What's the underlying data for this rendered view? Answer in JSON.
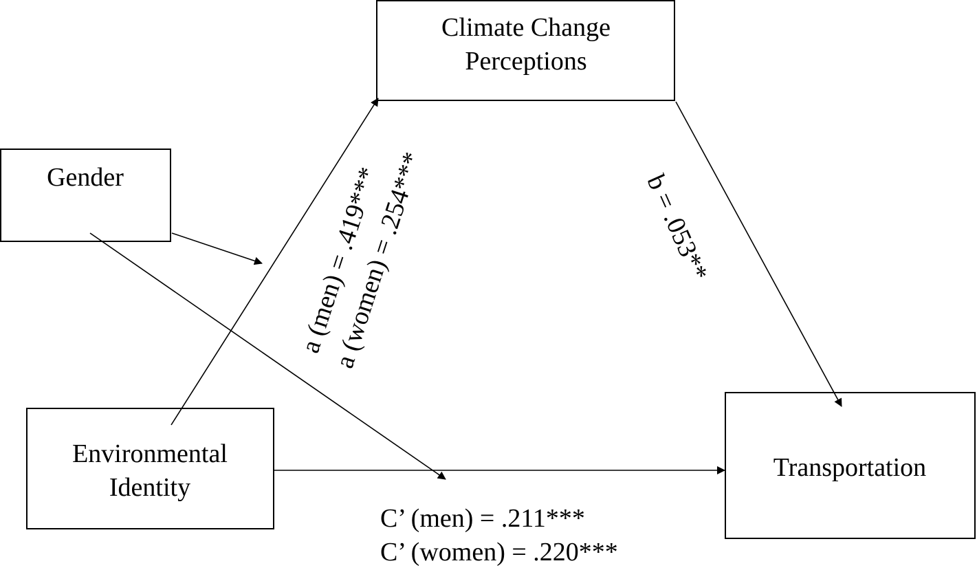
{
  "nodes": {
    "climate": {
      "line1": "Climate Change",
      "line2": "Perceptions"
    },
    "gender": {
      "label": "Gender"
    },
    "identity": {
      "line1": "Environmental",
      "line2": "Identity"
    },
    "transport": {
      "label": "Transportation"
    }
  },
  "paths": {
    "a_men": "a (men) = .419***",
    "a_women": "a (women) = .254***",
    "b": "b = .053**",
    "c_men": "C’ (men) = .211***",
    "c_women": "C’ (women) = .220***"
  }
}
